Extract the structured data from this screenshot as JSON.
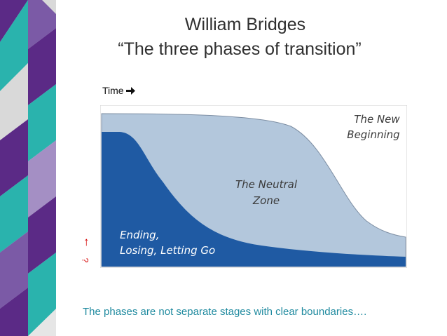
{
  "title_line1": "William Bridges",
  "title_line2": "“The three phases of transition”",
  "time_label": "Time",
  "up_arrow_glyph": "↑",
  "side_mark": "?",
  "zones": {
    "new_line1": "The New",
    "new_line2": "Beginning",
    "neutral_line1": "The Neutral",
    "neutral_line2": "Zone",
    "ending_line1": "Ending,",
    "ending_line2": "Losing, Letting Go"
  },
  "caption": "The phases are not separate stages with clear boundaries….",
  "colors": {
    "dark_blue": "#1f5aa3",
    "light_blue": "#b3c7dc",
    "caption": "#1f8a9f",
    "arrow": "#d40000",
    "decor_purple": "#5b2a86",
    "decor_teal": "#2ab3ad"
  }
}
